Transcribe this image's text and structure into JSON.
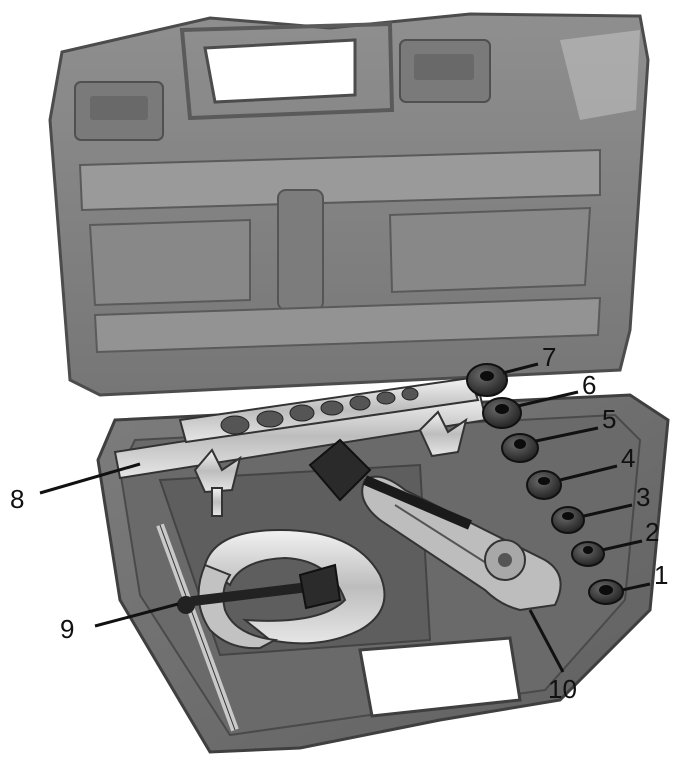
{
  "callouts": [
    {
      "id": "1",
      "label": "1"
    },
    {
      "id": "2",
      "label": "2"
    },
    {
      "id": "3",
      "label": "3"
    },
    {
      "id": "4",
      "label": "4"
    },
    {
      "id": "5",
      "label": "5"
    },
    {
      "id": "6",
      "label": "6"
    },
    {
      "id": "7",
      "label": "7"
    },
    {
      "id": "8",
      "label": "8"
    },
    {
      "id": "9",
      "label": "9"
    },
    {
      "id": "10",
      "label": "10"
    }
  ],
  "colors": {
    "case_dark": "#6e6e6e",
    "case_mid": "#8c8c8c",
    "case_light": "#a8a8a8",
    "metal": "#d9d9d9",
    "black": "#1a1a1a"
  }
}
